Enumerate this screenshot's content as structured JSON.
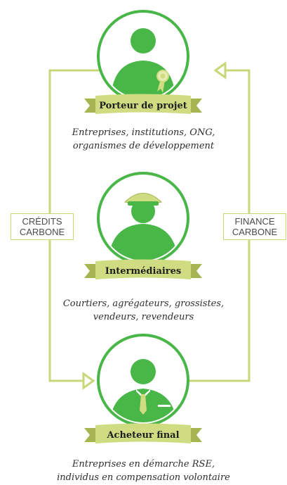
{
  "colors": {
    "green": "#49b648",
    "green_dark": "#2f8f33",
    "banner": "#cfdc82",
    "banner_dark": "#a6b552",
    "line": "#c9d77a",
    "text": "#2e2e2e"
  },
  "nodes": [
    {
      "id": "porteur",
      "title": "Porteur de projet",
      "description": [
        "Entreprises, institutions, ONG,",
        "organismes de développement"
      ],
      "icon": "person-with-rosette-icon"
    },
    {
      "id": "intermediaires",
      "title": "Intermédiaires",
      "description": [
        "Courtiers, agrégateurs, grossistes,",
        "vendeurs, revendeurs"
      ],
      "icon": "person-with-cap-icon"
    },
    {
      "id": "acheteur",
      "title": "Acheteur final",
      "description": [
        "Entreprises en démarche RSE,",
        "individus en compensation volontaire"
      ],
      "icon": "person-with-tie-icon"
    }
  ],
  "flows": {
    "left": [
      "CRÉDITS",
      "CARBONE"
    ],
    "right": [
      "FINANCE",
      "CARBONE"
    ]
  }
}
